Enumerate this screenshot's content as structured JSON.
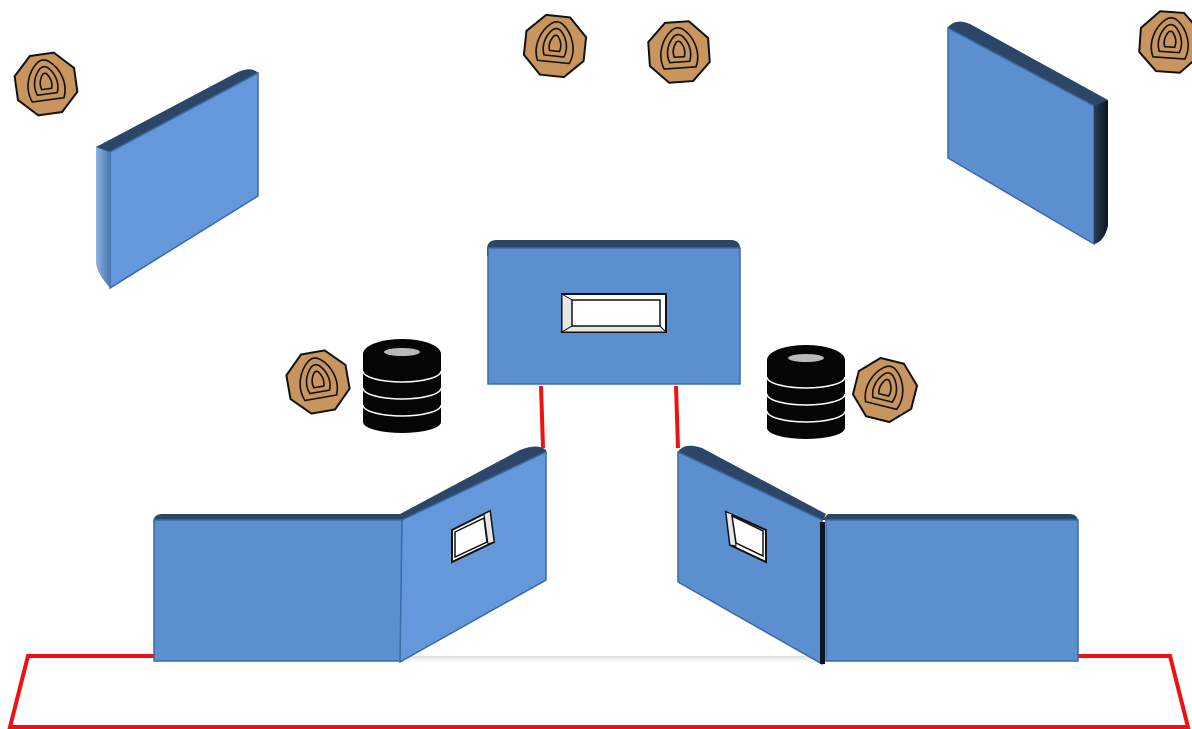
{
  "colors": {
    "wall_face": "#5b8fd0",
    "wall_face_light": "#6498da",
    "wall_top": "#2c4668",
    "wall_edge_dark": "#1d2d44",
    "wall_outline": "#3b6aa4",
    "boundary_line": "#ee1111",
    "barrel": "#050505",
    "barrel_top": "#b9b9b9",
    "target_fill": "#c8955e",
    "target_stroke": "#111111",
    "window_fill": "#ffffff",
    "window_stroke": "#111111"
  },
  "elements": {
    "walls": [
      "left-upper-wall",
      "right-upper-wall",
      "center-wall",
      "left-front-wall",
      "left-angled-wall",
      "right-angled-wall",
      "right-front-wall"
    ],
    "windows": [
      "center-wall-window",
      "left-angled-wall-window",
      "right-angled-wall-window"
    ],
    "barrels": [
      "left-barrel",
      "right-barrel"
    ],
    "targets": [
      "target-far-left",
      "target-top-center-left",
      "target-top-center-right",
      "target-far-right",
      "target-mid-left",
      "target-mid-right"
    ]
  }
}
